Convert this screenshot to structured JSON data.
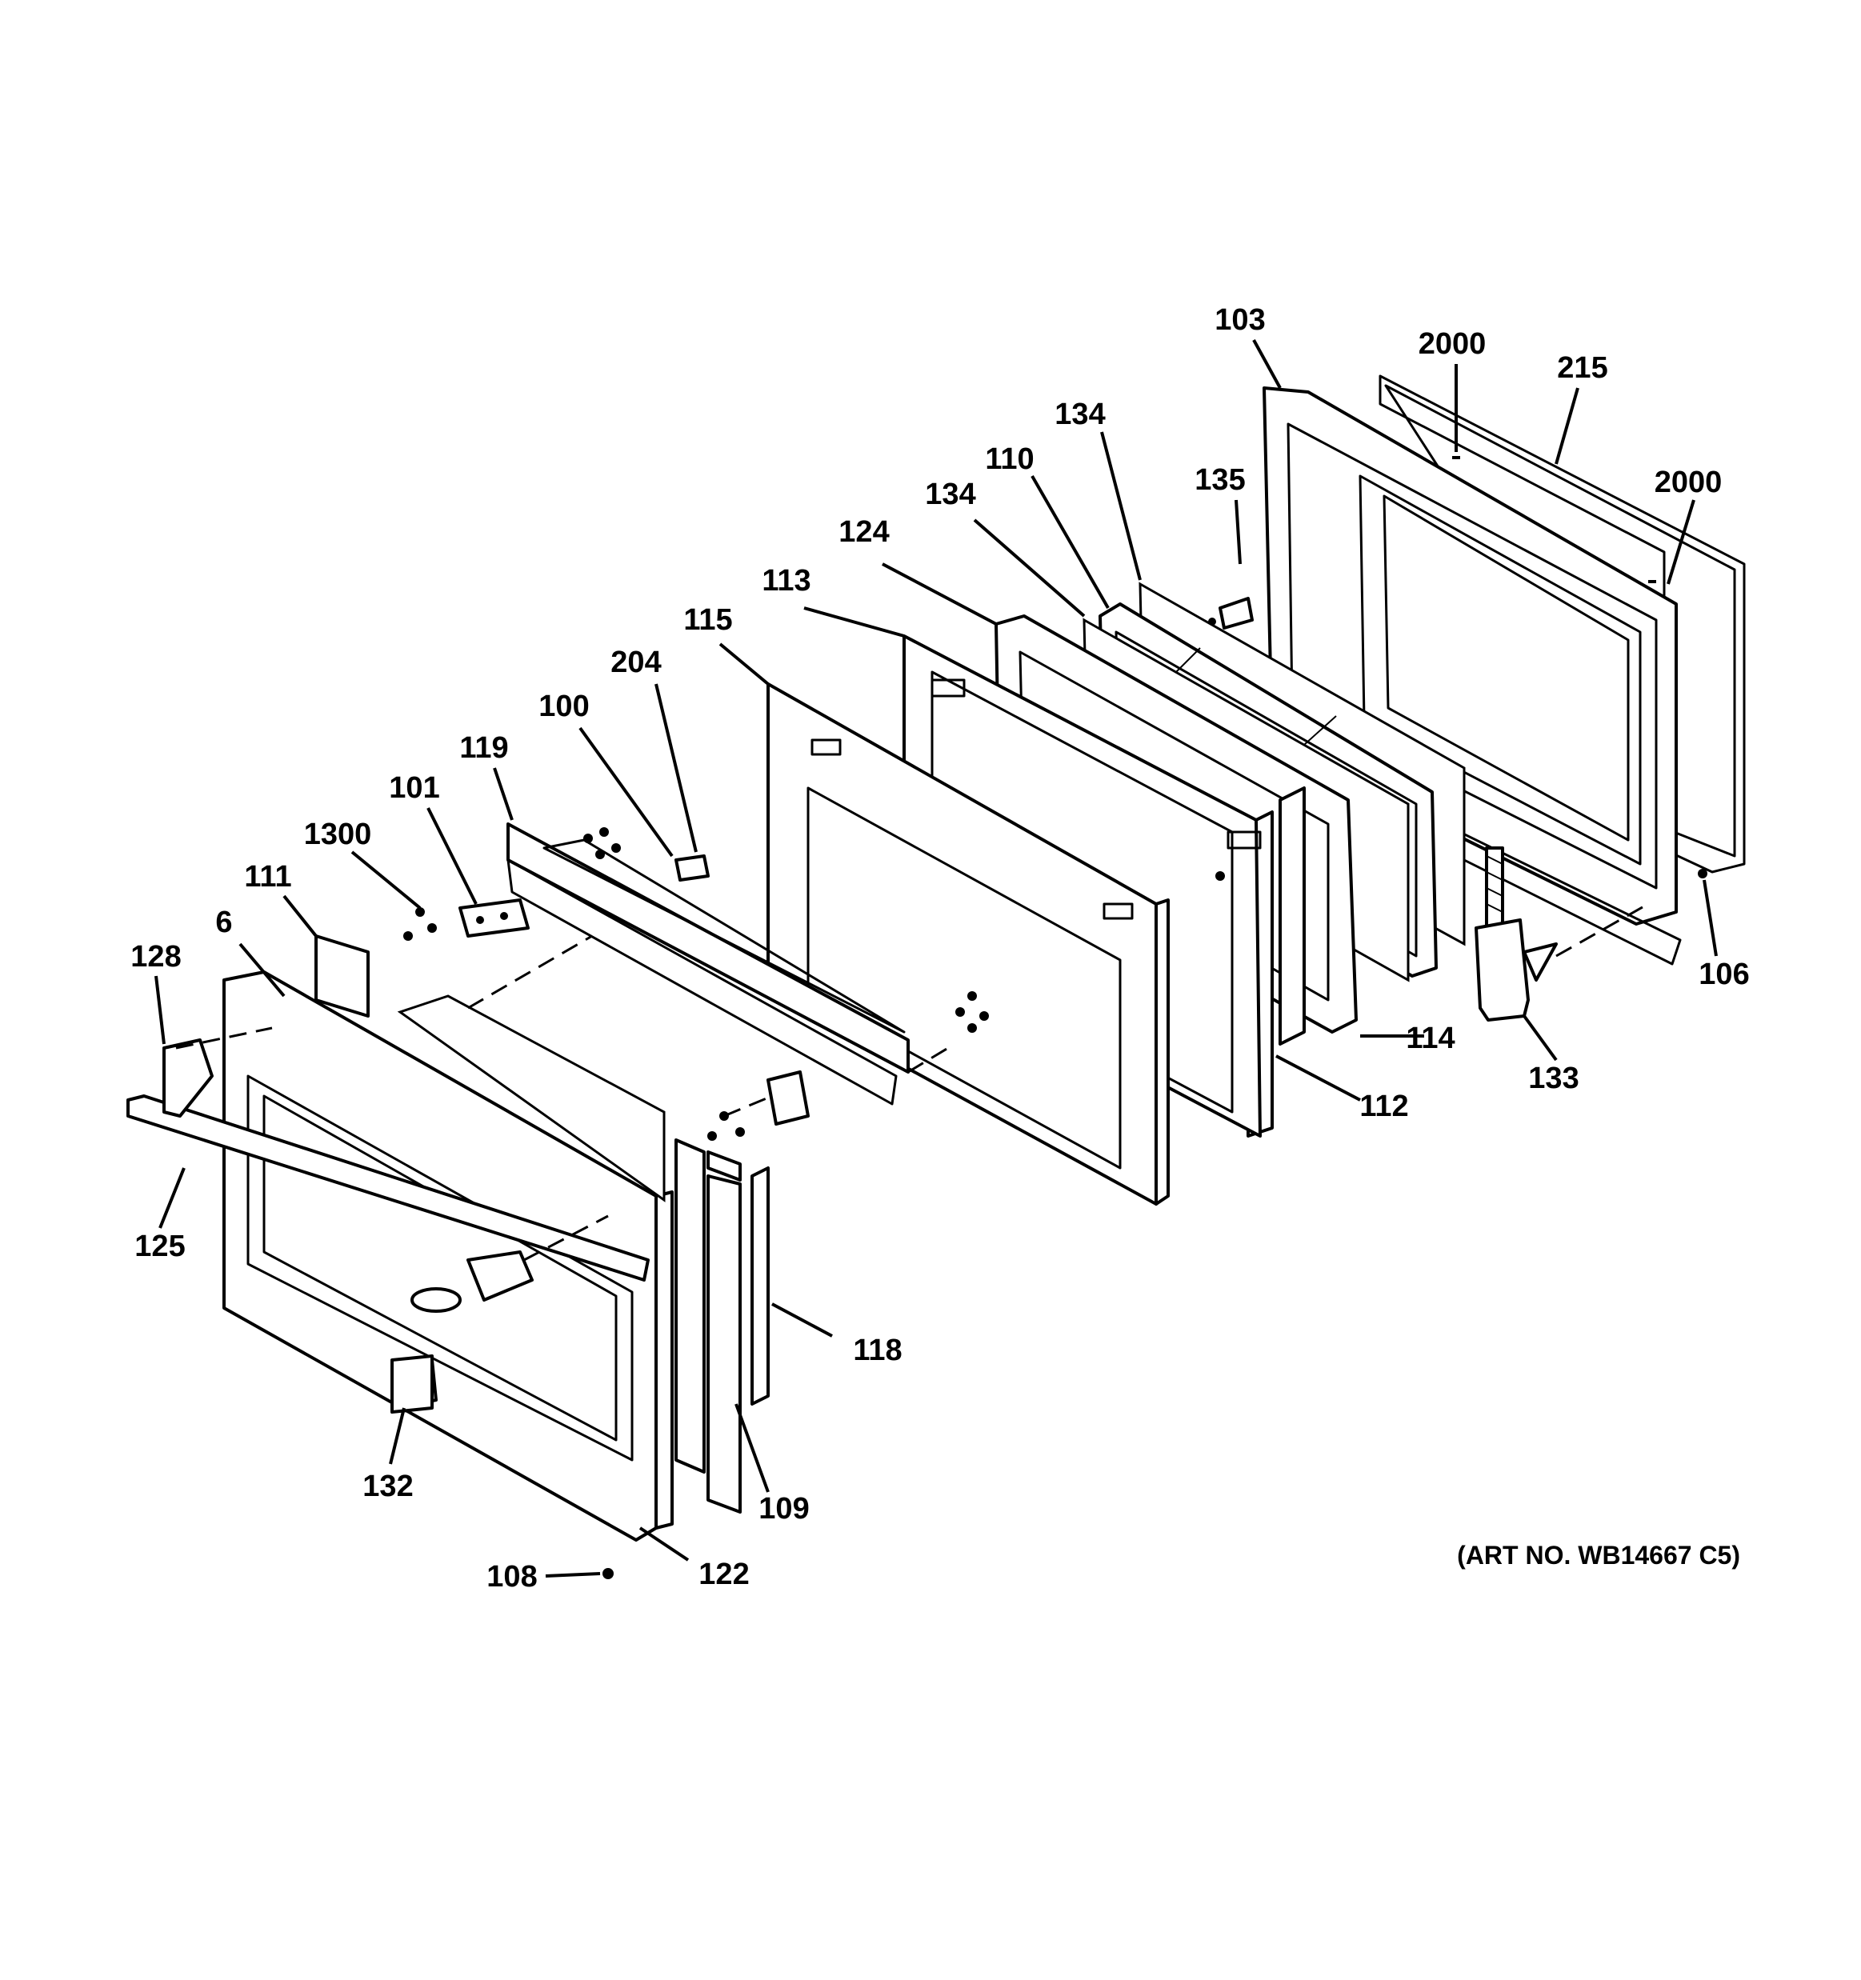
{
  "callouts": [
    "103",
    "2000",
    "215",
    "134",
    "110",
    "135",
    "2000",
    "134",
    "124",
    "113",
    "115",
    "204",
    "100",
    "119",
    "101",
    "1300",
    "111",
    "6",
    "128",
    "106",
    "114",
    "133",
    "112",
    "125",
    "118",
    "132",
    "109",
    "108",
    "122"
  ],
  "art_number": "(ART NO. WB14667 C5)"
}
